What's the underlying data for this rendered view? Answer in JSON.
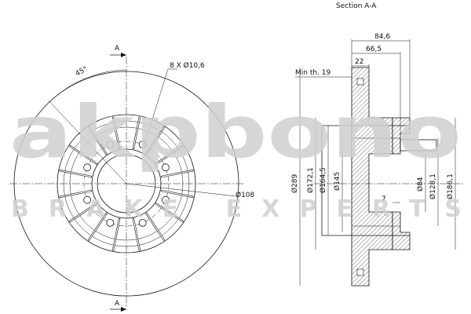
{
  "section_title": "Section A-A",
  "section_mark_top": "A",
  "section_mark_bottom": "A",
  "angle_label": "45°",
  "holes_label": "8 X Ø10,6",
  "pcd_label": "Ø108",
  "min_thickness_label": "Min th. 19",
  "dims_horizontal": {
    "overall_height": "84,6",
    "hub_offset": "66,5",
    "disc_thickness": "22",
    "step": "7"
  },
  "dims_vertical": {
    "outer_diameter": "Ø289",
    "d1721": "Ø172,1",
    "d1645": "Ø164,5",
    "d145": "Ø145",
    "d84": "Ø84",
    "d1281": "Ø128,1",
    "d1861": "Ø186,1"
  },
  "watermark": {
    "brand": "akpbono",
    "tagline": "BRAKE EXPERTS"
  }
}
